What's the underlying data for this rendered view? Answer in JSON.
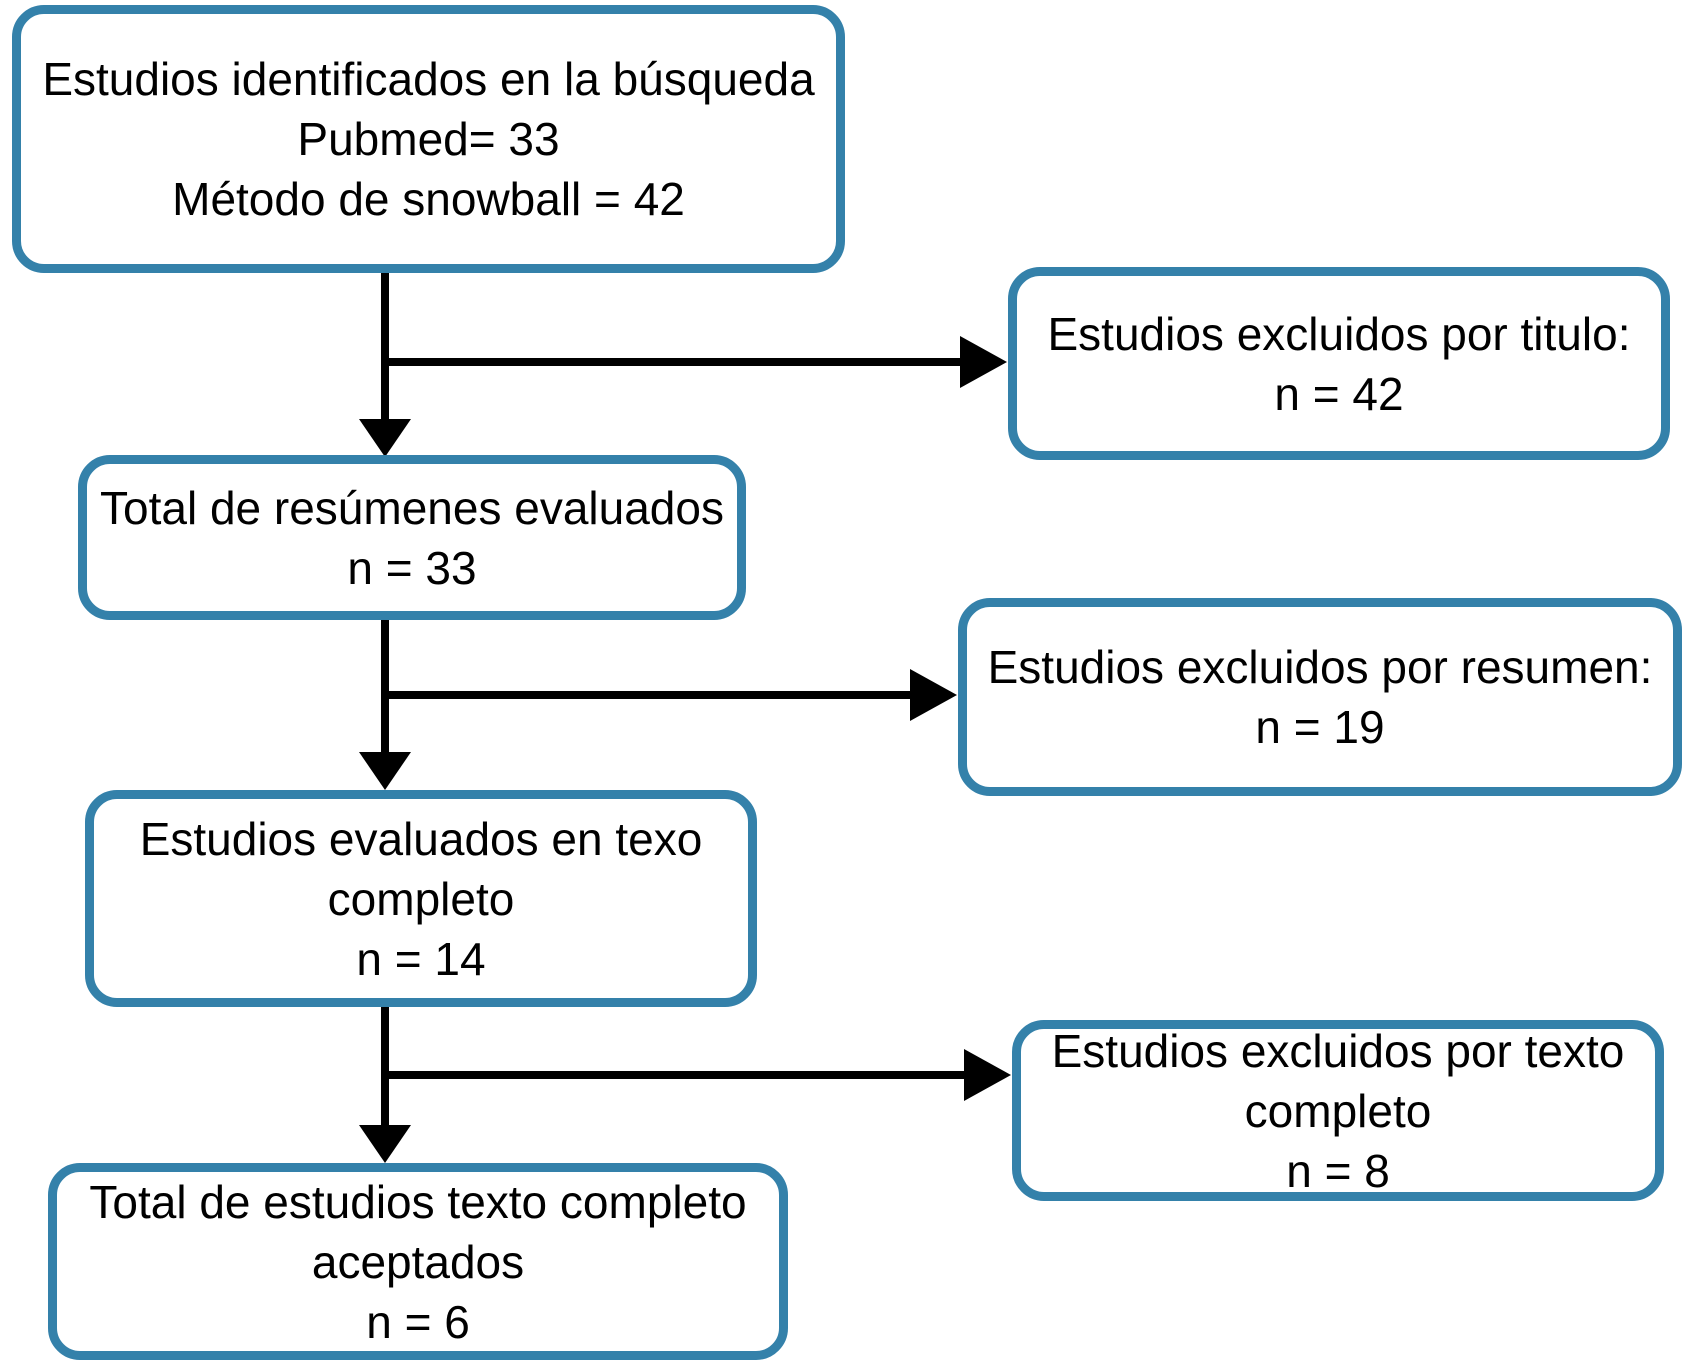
{
  "diagram": {
    "type": "flowchart",
    "language": "es",
    "background_color": "#ffffff",
    "box_border_color": "#3481aa",
    "arrow_color": "#000000",
    "text_color": "#000000",
    "nodes": [
      {
        "id": "identified-studies",
        "lines": [
          "Estudios identificados en la búsqueda",
          "Pubmed= 33",
          "Método de snowball = 42"
        ]
      },
      {
        "id": "excluded-by-title",
        "lines": [
          "Estudios excluidos por titulo:",
          "n = 42"
        ]
      },
      {
        "id": "abstracts-evaluated",
        "lines": [
          "Total de resúmenes evaluados",
          "n = 33"
        ]
      },
      {
        "id": "excluded-by-abstract",
        "lines": [
          "Estudios excluidos por resumen:",
          "n = 19"
        ]
      },
      {
        "id": "fulltext-evaluated",
        "lines": [
          "Estudios evaluados en texo",
          "completo",
          "n = 14"
        ]
      },
      {
        "id": "excluded-by-fulltext",
        "lines": [
          "Estudios excluidos por texto",
          "completo",
          "n = 8"
        ]
      },
      {
        "id": "fulltext-accepted",
        "lines": [
          "Total de estudios texto completo",
          "aceptados",
          "n = 6"
        ]
      }
    ],
    "edges": [
      {
        "from": "identified-studies",
        "to": "abstracts-evaluated",
        "direction": "down"
      },
      {
        "from": "identified-studies",
        "to": "excluded-by-title",
        "direction": "right"
      },
      {
        "from": "abstracts-evaluated",
        "to": "fulltext-evaluated",
        "direction": "down"
      },
      {
        "from": "abstracts-evaluated",
        "to": "excluded-by-abstract",
        "direction": "right"
      },
      {
        "from": "fulltext-evaluated",
        "to": "fulltext-accepted",
        "direction": "down"
      },
      {
        "from": "fulltext-evaluated",
        "to": "excluded-by-fulltext",
        "direction": "right"
      }
    ]
  }
}
